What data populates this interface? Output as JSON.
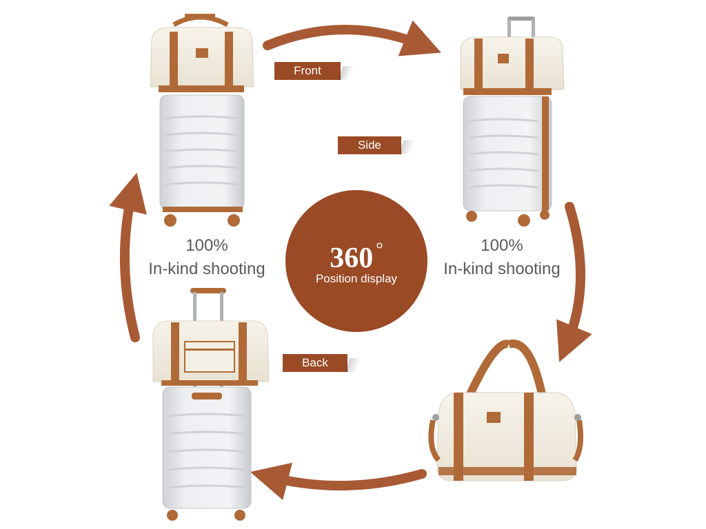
{
  "colors": {
    "brand": "#9a4a25",
    "arrow": "#a85a35",
    "luggage_body": "#e4e5e8",
    "luggage_trim": "#b06a38",
    "bag_canvas": "#f2ede2",
    "caption_text": "#5a5a5a"
  },
  "labels": {
    "front": "Front",
    "side": "Side",
    "back": "Back"
  },
  "captions": {
    "left": {
      "line1": "100%",
      "line2": "In-kind shooting"
    },
    "right": {
      "line1": "100%",
      "line2": "In-kind shooting"
    }
  },
  "center": {
    "number": "360",
    "degree_symbol": "°",
    "subtitle": "Position display"
  },
  "images": {
    "front_view": "luggage-set-front-illustration",
    "side_view": "luggage-set-side-illustration",
    "back_view": "luggage-set-back-illustration",
    "bag_view": "duffel-bag-illustration"
  }
}
